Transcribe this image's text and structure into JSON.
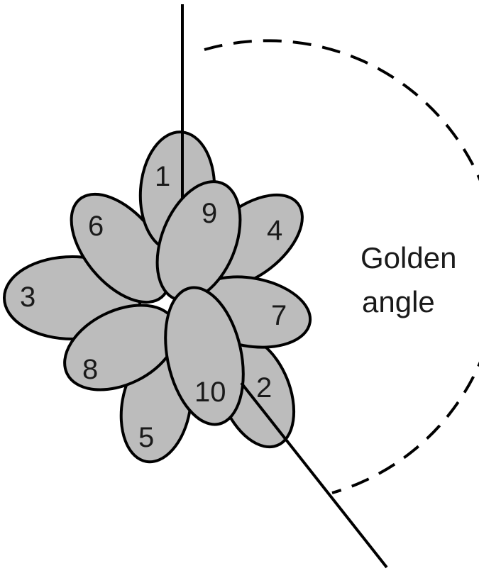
{
  "annotation": {
    "line1": "Golden",
    "line2": "angle"
  },
  "petals": [
    {
      "number": "3"
    },
    {
      "number": "5"
    },
    {
      "number": "8"
    },
    {
      "number": "6"
    },
    {
      "number": "1"
    },
    {
      "number": "4"
    },
    {
      "number": "2"
    },
    {
      "number": "7"
    },
    {
      "number": "9"
    },
    {
      "number": "10"
    }
  ],
  "colors": {
    "petal_fill": "#bcbcbc",
    "stroke": "#000000",
    "text": "#1a1a1a"
  }
}
